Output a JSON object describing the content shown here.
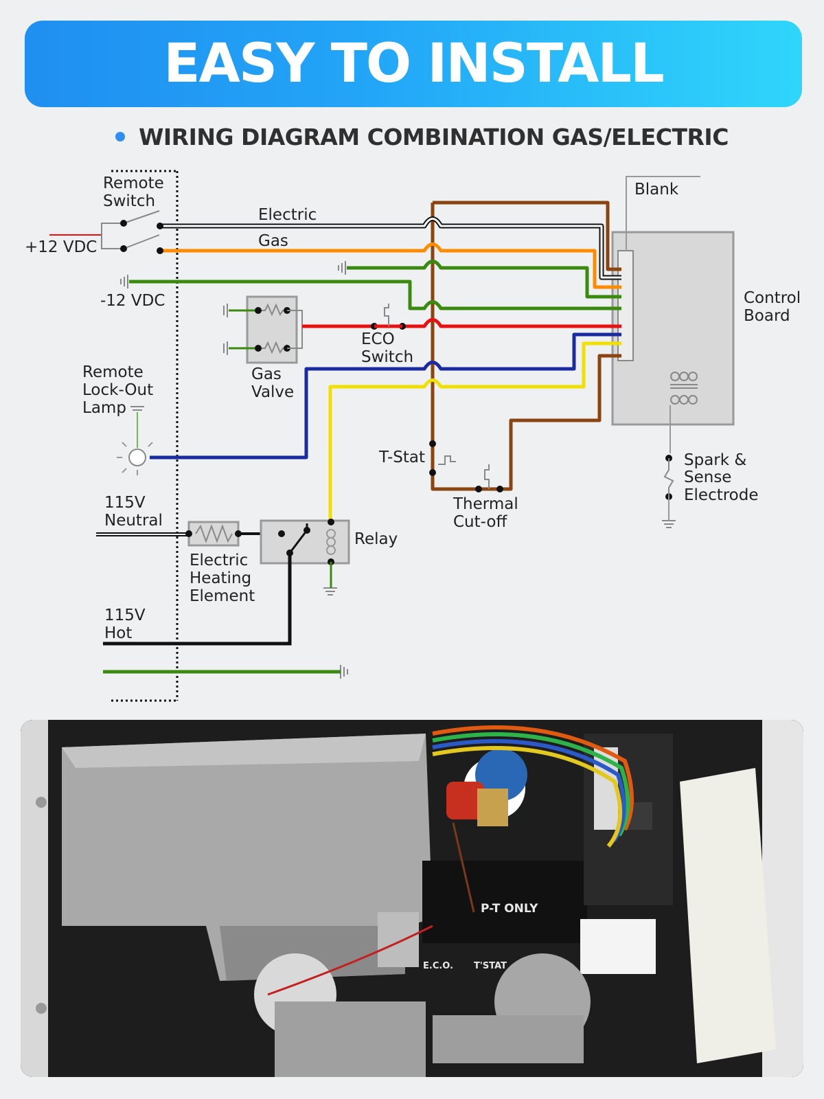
{
  "banner": {
    "title": "EASY TO INSTALL"
  },
  "subheading": "WIRING DIAGRAM COMBINATION GAS/ELECTRIC",
  "labels": {
    "remote_switch": [
      "Remote",
      "Switch"
    ],
    "plus12vdc": "+12 VDC",
    "minus12vdc": "-12 VDC",
    "electric": "Electric",
    "gas": "Gas",
    "blank": "Blank",
    "control_board": [
      "Control",
      "Board"
    ],
    "gas_valve": [
      "Gas",
      "Valve"
    ],
    "eco_switch": [
      "ECO",
      "Switch"
    ],
    "remote_lockout_lamp": [
      "Remote",
      "Lock-Out",
      "Lamp"
    ],
    "tstat": "T-Stat",
    "thermal_cutoff": [
      "Thermal",
      "Cut-off"
    ],
    "spark_sense_electrode": [
      "Spark &",
      "Sense",
      "Electrode"
    ],
    "neutral_115v": [
      "115V",
      "Neutral"
    ],
    "relay": "Relay",
    "electric_heating_element": [
      "Electric",
      "Heating",
      "Element"
    ],
    "hot_115v": [
      "115V",
      "Hot"
    ]
  },
  "photo": {
    "label_ponly": "P-T ONLY",
    "label_eco": "E.C.O.",
    "label_tstat": "T'STAT"
  },
  "colors": {
    "banner_start": "#1f8ff0",
    "banner_end": "#2fd6fb",
    "wire_brown": "#8b4513",
    "wire_orange": "#ff8c00",
    "wire_green": "#3a8a10",
    "wire_red": "#e81010",
    "wire_blue": "#1a2aa0",
    "wire_yellow": "#f0e000",
    "wire_black": "#111111"
  }
}
